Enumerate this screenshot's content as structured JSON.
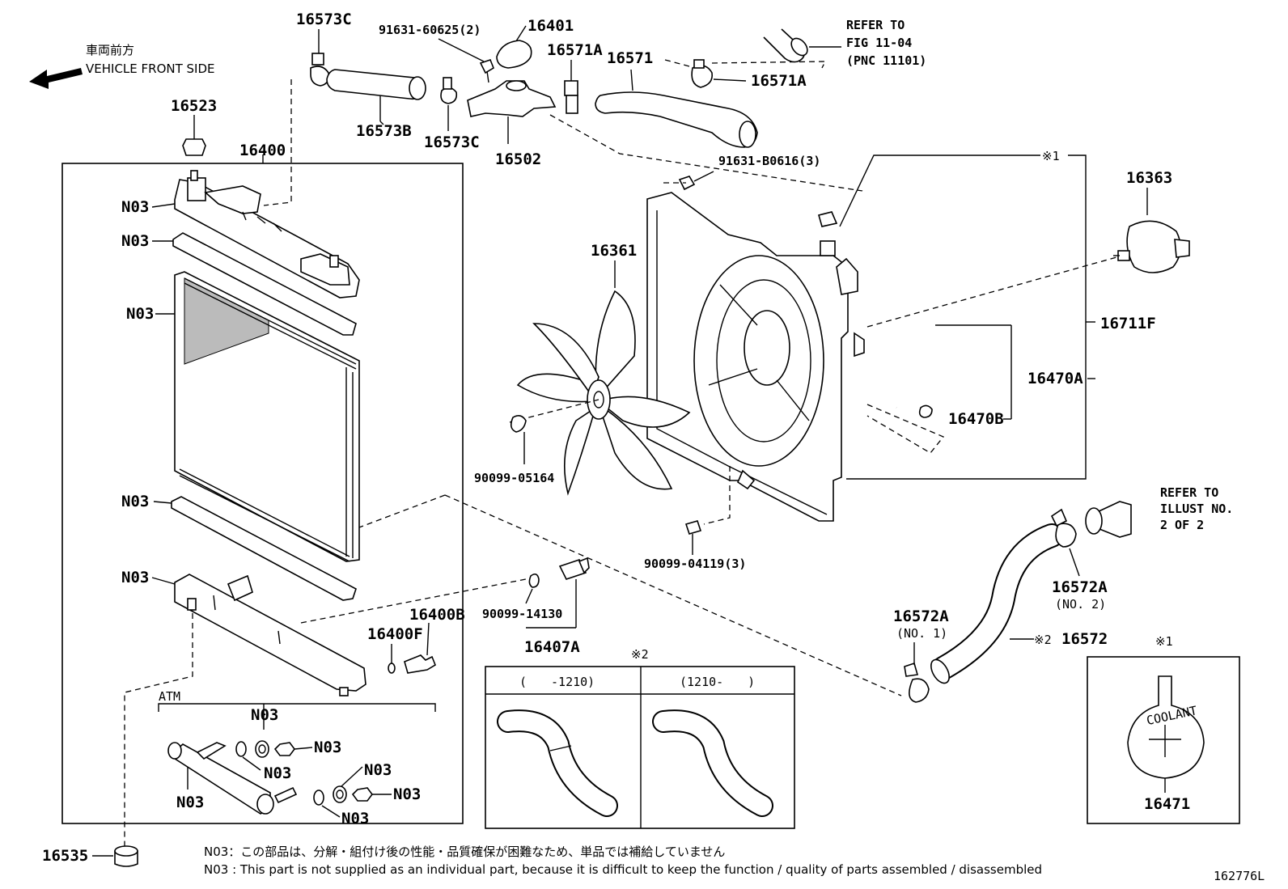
{
  "header": {
    "jp_direction": "車両前方",
    "en_direction": "VEHICLE FRONT SIDE"
  },
  "refers": {
    "fig": [
      "REFER TO",
      "FIG 11-04",
      "(PNC 11101)"
    ],
    "illust": [
      "REFER TO",
      "ILLUST NO.",
      "2 OF 2"
    ]
  },
  "labels": {
    "p16573C_top": "16573C",
    "p91631_60625": "91631-60625(2)",
    "p16401": "16401",
    "p16571A_top": "16571A",
    "p16571": "16571",
    "p16571A_right": "16571A",
    "p16573B": "16573B",
    "p16573C_mid": "16573C",
    "p16502": "16502",
    "p16523": "16523",
    "p16400": "16400",
    "p91631_B0616": "91631-B0616(3)",
    "mark1_top": "※1",
    "p16363": "16363",
    "p16361": "16361",
    "p16711F": "16711F",
    "p16470A": "16470A",
    "p16470B": "16470B",
    "p90099_05164": "90099-05164",
    "p90099_04119": "90099-04119(3)",
    "p16572A_no2": "16572A",
    "no2": "(NO. 2)",
    "p16572A_no1": "16572A",
    "no1": "(NO. 1)",
    "p16572": "16572",
    "mark2_16572": "※2",
    "p90099_14130": "90099-14130",
    "p16407A": "16407A",
    "p16400B": "16400B",
    "p16400F": "16400F",
    "p16535": "16535",
    "p16471": "16471",
    "mark1_box": "※1",
    "mark2_box": "※2",
    "atm": "ATM",
    "n03": "N03",
    "coolant": "COOLANT",
    "range_left": "(　　-1210)",
    "range_right": "(1210-　　)",
    "illust_no": "162776L"
  },
  "notes": {
    "jp": "N03：この部品は、分解・組付け後の性能・品質確保が困難なため、単品では補給していません",
    "en": "N03 : This part is not supplied as an individual part, because it is difficult to keep the function / quality of parts assembled / disassembled"
  }
}
